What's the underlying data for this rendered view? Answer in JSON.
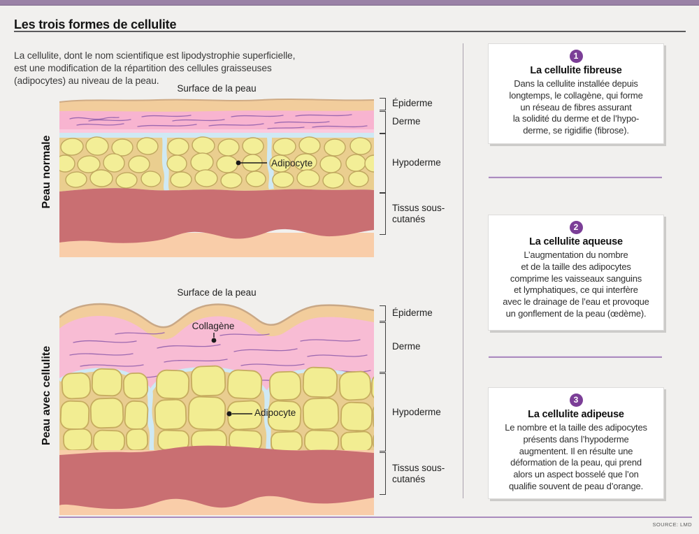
{
  "header": {
    "title": "Les trois formes de cellulite",
    "intro": [
      "La cellulite, dont le nom scientifique est lipodystrophie superficielle,",
      "est une modification de la répartition des cellules graisseuses",
      "(adipocytes) au niveau de la peau."
    ]
  },
  "diagrams": {
    "normal": {
      "side_label": "Peau normale",
      "surface_label": "Surface de la peau",
      "adipocyte_label": "Adipocyte",
      "layers": [
        {
          "label": "Épiderme"
        },
        {
          "label": "Derme"
        },
        {
          "label": "Hypoderme"
        },
        {
          "label": "Tissus sous-cutanés"
        }
      ]
    },
    "cellulite": {
      "side_label": "Peau avec cellulite",
      "surface_label": "Surface de la peau",
      "collagen_label": "Collagène",
      "adipocyte_label": "Adipocyte",
      "layers": [
        {
          "label": "Épiderme"
        },
        {
          "label": "Derme"
        },
        {
          "label": "Hypoderme"
        },
        {
          "label": "Tissus sous-cutanés"
        }
      ]
    }
  },
  "boxes": [
    {
      "number": "1",
      "title": "La cellulite fibreuse",
      "lines": [
        "Dans la cellulite installée depuis",
        "longtemps, le collagène, qui forme",
        "un réseau de fibres assurant",
        "la solidité du derme et de l’hypo-",
        "derme, se rigidifie (fibrose)."
      ]
    },
    {
      "number": "2",
      "title": "La cellulite aqueuse",
      "lines": [
        "L’augmentation du nombre",
        "et de la taille des adipocytes",
        "comprime les vaisseaux sanguins",
        "et lymphatiques, ce qui interfère",
        "avec le drainage de l’eau et provoque",
        "un gonflement de la peau (œdème)."
      ]
    },
    {
      "number": "3",
      "title": "La cellulite adipeuse",
      "lines": [
        "Le nombre et la taille des adipocytes",
        "présents dans l’hypoderme",
        "augmentent. Il en résulte une",
        "déformation de la peau, qui prend",
        "alors un aspect bosselé que l’on",
        "qualifie souvent de peau d’orange."
      ]
    }
  ],
  "footer": {
    "source": "SOURCE: LMD"
  },
  "colors": {
    "accent_purple": "#7b3e97",
    "bar_purple": "#9a82a6",
    "epidermis": "#f2cd9c",
    "dermis_pink": "#f8b4d0",
    "collagen_purple": "#9c68b0",
    "fluid_blue": "#cfe9f4",
    "hypodermis_gold": "#eace8f",
    "adipocyte_yellow": "#f3ee97",
    "subcutaneous_rose": "#c96f72",
    "deep_peach": "#f9cda9"
  }
}
